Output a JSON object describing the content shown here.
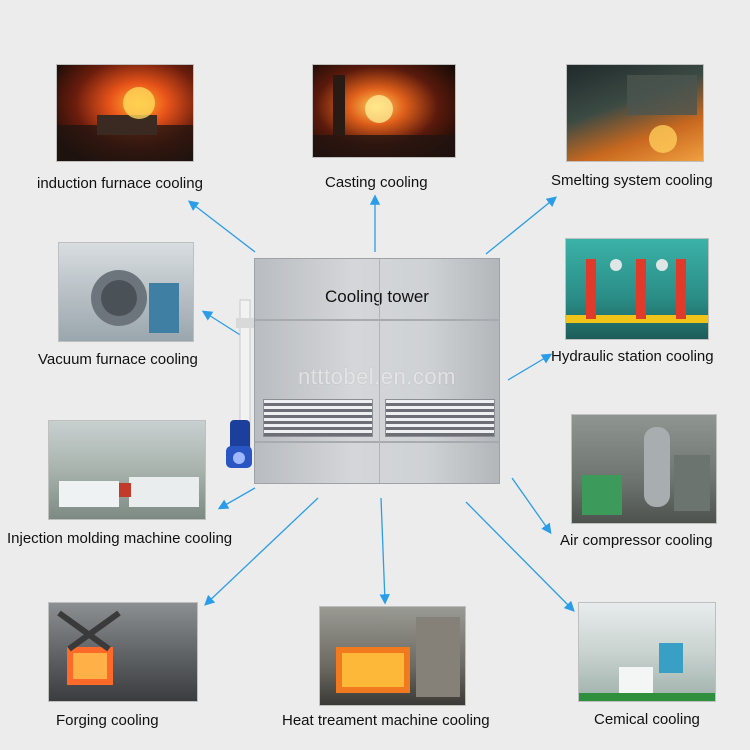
{
  "center": {
    "title": "Cooling tower",
    "watermark": "ntttobel.en.com"
  },
  "applications": [
    {
      "id": "induction",
      "label": "induction furnace cooling"
    },
    {
      "id": "casting",
      "label": "Casting cooling"
    },
    {
      "id": "smelting",
      "label": "Smelting system cooling"
    },
    {
      "id": "vacuum",
      "label": "Vacuum furnace cooling"
    },
    {
      "id": "hydraulic",
      "label": "Hydraulic station cooling"
    },
    {
      "id": "injection",
      "label": "Injection molding machine cooling"
    },
    {
      "id": "aircompressor",
      "label": "Air compressor cooling"
    },
    {
      "id": "forging",
      "label": "Forging cooling"
    },
    {
      "id": "heattreatment",
      "label": "Heat treament machine cooling"
    },
    {
      "id": "chemical",
      "label": "Cemical cooling"
    }
  ],
  "colors": {
    "arrow": "#2a9de8",
    "background": "#ececed"
  }
}
